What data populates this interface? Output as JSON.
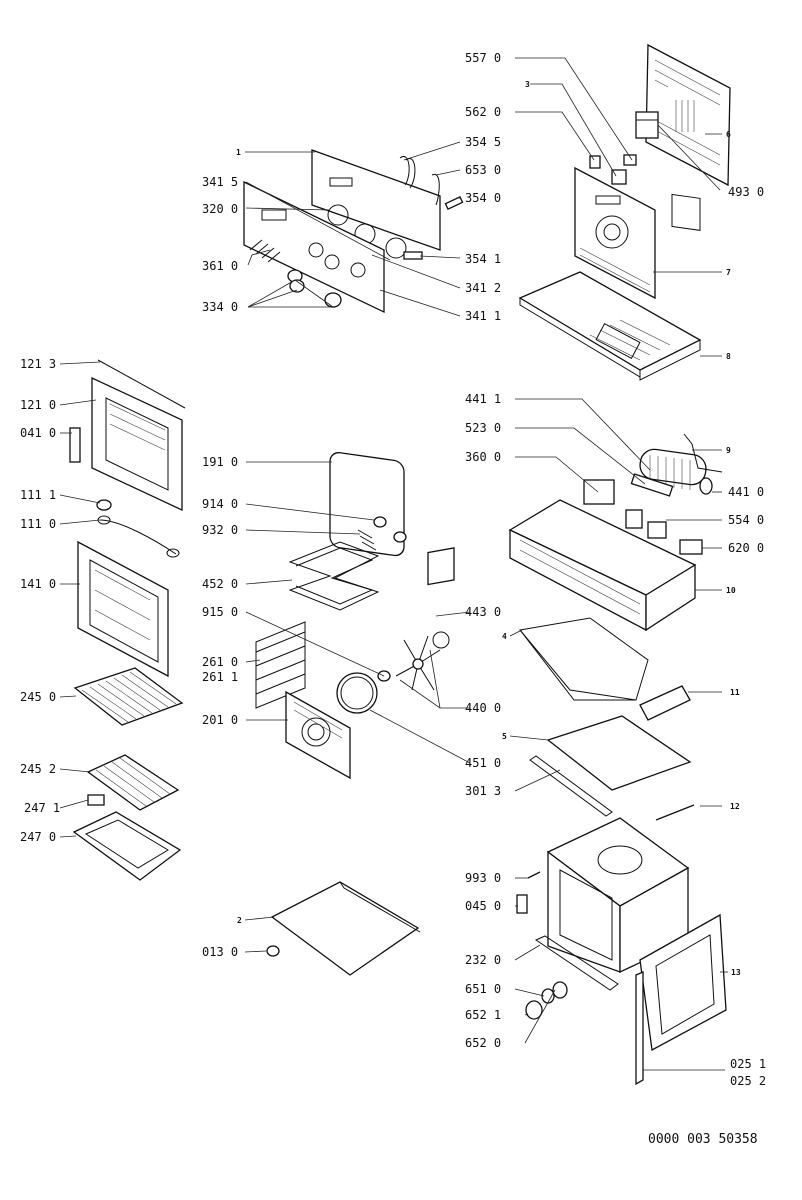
{
  "drawing_ref": "0000 003 50358",
  "labels": {
    "l557": "557 0",
    "l3": "3",
    "l562": "562 0",
    "l6": "6",
    "l493": "493 0",
    "l1": "1",
    "l3545": "354 5",
    "l3415": "341 5",
    "l653": "653 0",
    "l320": "320 0",
    "l3540": "354 0",
    "l3541": "354 1",
    "l361": "361 0",
    "l7": "7",
    "l3412": "341 2",
    "l334": "334 0",
    "l3411": "341 1",
    "l8": "8",
    "l1213": "121 3",
    "l1210": "121 0",
    "l041": "041 0",
    "l191": "191 0",
    "l4411": "441 1",
    "l523": "523 0",
    "l9": "9",
    "l360": "360 0",
    "l4410": "441 0",
    "l1111": "111 1",
    "l914": "914 0",
    "l554": "554 0",
    "l1110": "111 0",
    "l932": "932 0",
    "l620": "620 0",
    "l141": "141 0",
    "l452": "452 0",
    "l10": "10",
    "l915": "915 0",
    "l443": "443 0",
    "l4": "4",
    "l2610": "261 0",
    "l2611": "261 1",
    "l245": "245 0",
    "l440": "440 0",
    "l11": "11",
    "l201": "201 0",
    "l5": "5",
    "l2452": "245 2",
    "l451": "451 0",
    "l3013": "301 3",
    "l2471": "247 1",
    "l12": "12",
    "l2470": "247 0",
    "l993": "993 0",
    "l045": "045 0",
    "l2": "2",
    "l013": "013 0",
    "l13": "13",
    "l232": "232 0",
    "l651": "651 0",
    "l6521": "652 1",
    "l6520": "652 0",
    "l0251": "025 1",
    "l0252": "025 2"
  }
}
